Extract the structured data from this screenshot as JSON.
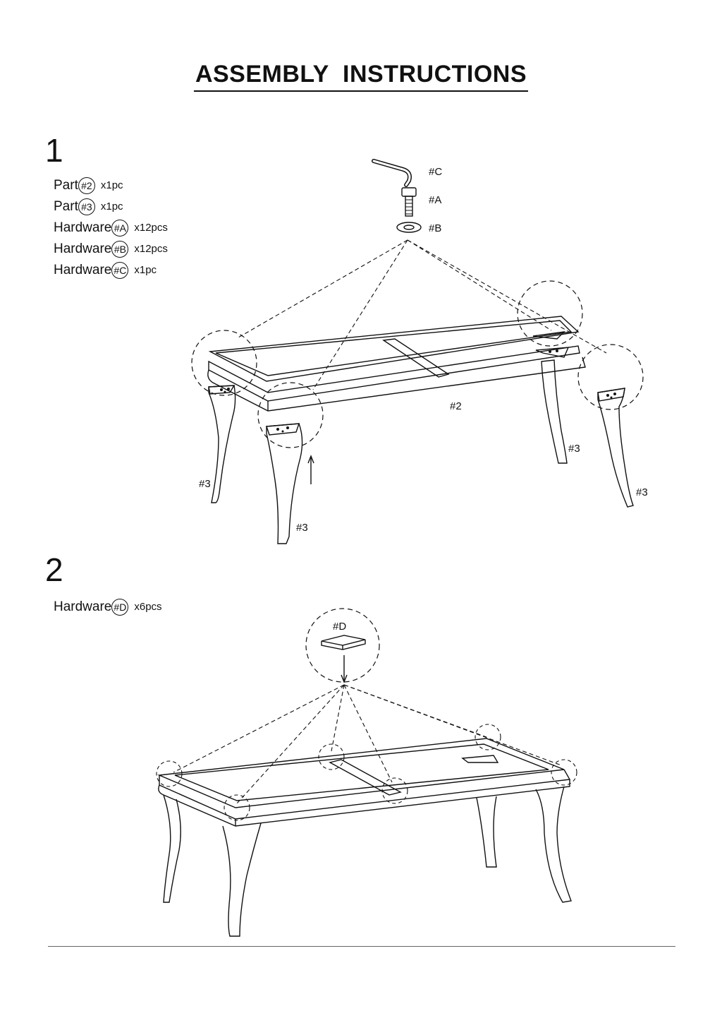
{
  "title": "ASSEMBLY  INSTRUCTIONS",
  "step1": {
    "number": "1",
    "parts": [
      {
        "label": "Part",
        "code": "#2",
        "qty": "x1pc"
      },
      {
        "label": "Part",
        "code": "#3",
        "qty": "x1pc"
      },
      {
        "label": "Hardware",
        "code": "#A",
        "qty": "x12pcs"
      },
      {
        "label": "Hardware",
        "code": "#B",
        "qty": "x12pcs"
      },
      {
        "label": "Hardware",
        "code": "#C",
        "qty": "x1pc"
      }
    ],
    "callouts": {
      "c": "#C",
      "a": "#A",
      "b": "#B",
      "frame": "#2",
      "leg_fl": "#3",
      "leg_fr": "#3",
      "leg_bl": "#3",
      "leg_br": "#3"
    }
  },
  "step2": {
    "number": "2",
    "parts": [
      {
        "label": "Hardware",
        "code": "#D",
        "qty": "x6pcs"
      }
    ],
    "callouts": {
      "d": "#D"
    }
  }
}
